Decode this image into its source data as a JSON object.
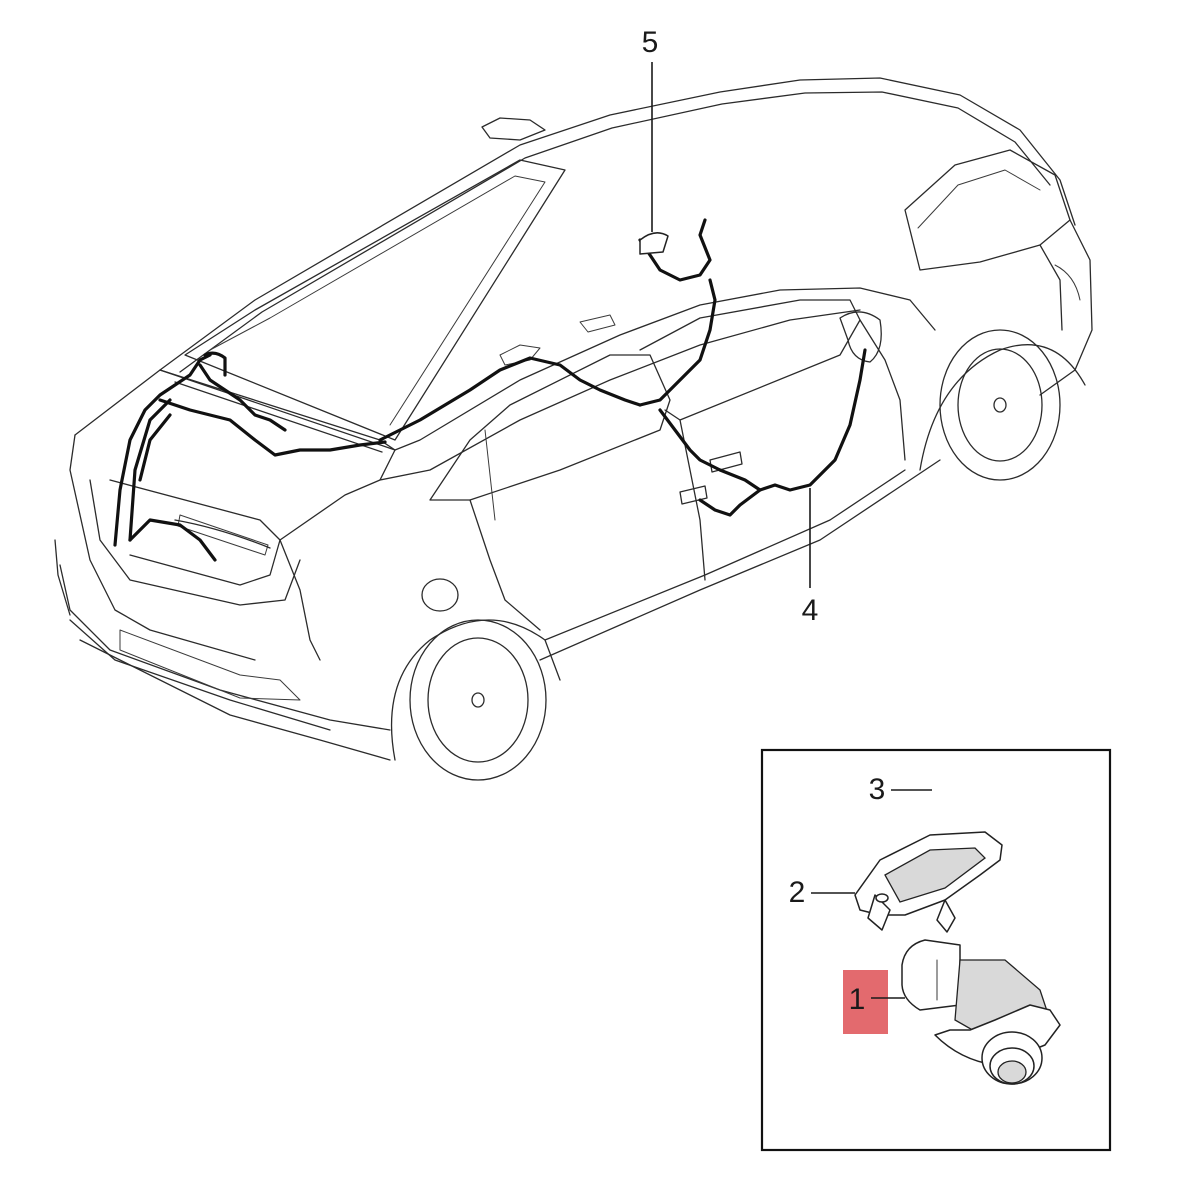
{
  "callouts": {
    "c1": "1",
    "c2": "2",
    "c3": "3",
    "c4": "4",
    "c5": "5"
  },
  "colors": {
    "highlight": "#e36a6e",
    "line": "#2b2b2b",
    "background": "#ffffff"
  }
}
